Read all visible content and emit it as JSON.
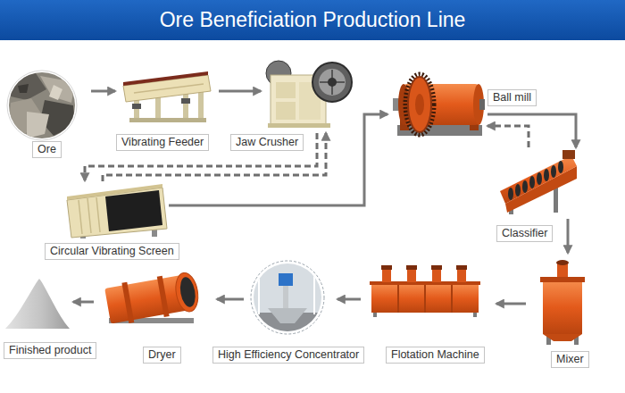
{
  "diagram": {
    "title": "Ore Beneficiation Production Line",
    "nodes": [
      {
        "text": [
          "Ore"
        ]
      },
      {
        "text": [
          "Vibrating Feeder"
        ]
      },
      {
        "text": [
          "Jaw Crusher"
        ]
      },
      {
        "text": [
          "Ball mill"
        ]
      },
      {
        "text": [
          "Classifier"
        ]
      },
      {
        "text": [
          "Circular Vibrating Screen"
        ]
      },
      {
        "text": [
          "Finished product"
        ]
      },
      {
        "text": [
          "Dryer"
        ]
      },
      {
        "text": [
          "High Efficiency Concentrator"
        ]
      },
      {
        "text": [
          "Flotation Machine"
        ]
      },
      {
        "text": [
          "Mixer"
        ]
      }
    ],
    "edges": [
      {
        "from": 0,
        "to": 1,
        "arrow": "to"
      },
      {
        "from": 1,
        "to": 2,
        "arrow": "to"
      },
      {
        "from": 2,
        "to": 5,
        "arrow": "to"
      },
      {
        "from": 5,
        "to": 2,
        "arrow": "to"
      },
      {
        "from": 5,
        "to": 3,
        "arrow": "to"
      },
      {
        "from": 3,
        "to": 4,
        "arrow": "to"
      },
      {
        "from": 4,
        "to": 3,
        "arrow": "to"
      },
      {
        "from": 4,
        "to": 10,
        "arrow": "to"
      },
      {
        "from": 10,
        "to": 9,
        "arrow": "to"
      },
      {
        "from": 9,
        "to": 8,
        "arrow": "to"
      },
      {
        "from": 8,
        "to": 7,
        "arrow": "to"
      },
      {
        "from": 7,
        "to": 6,
        "arrow": "to"
      }
    ]
  }
}
